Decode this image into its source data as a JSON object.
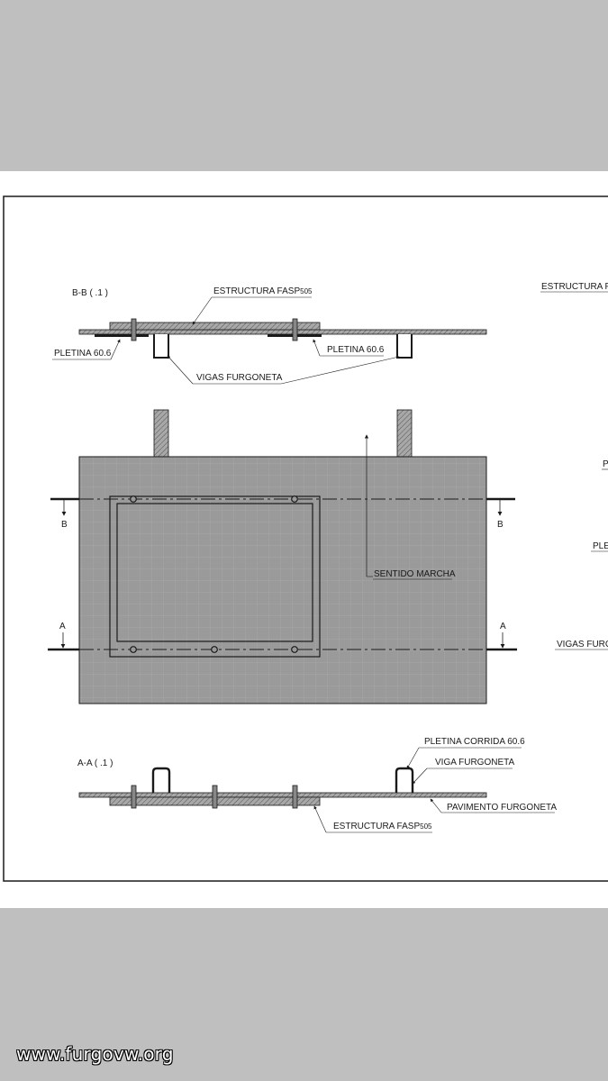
{
  "sections": {
    "bb": "B-B ( .1 )",
    "aa": "A-A ( .1 )"
  },
  "labels": {
    "estructura_top": "ESTRUCTURA FASP",
    "estructura_top_sub": "505",
    "pletina_left": "PLETINA 60.6",
    "pletina_right": "PLETINA 60.6",
    "vigas": "VIGAS FURGONETA",
    "sentido": "SENTIDO MARCHA",
    "pletina_corrida": "PLETINA CORRIDA 60.6",
    "viga": "VIGA FURGONETA",
    "pavimento": "PAVIMENTO FURGONETA",
    "estructura_bottom": "ESTRUCTURA FASP",
    "estructura_bottom_sub": "505"
  },
  "markers": {
    "b_left": "B",
    "b_right": "B",
    "a_left": "A",
    "a_right": "A"
  },
  "cut_labels": {
    "estructura": "ESTRUCTURA F",
    "p1": "P",
    "ple": "PLE",
    "vigas": "VIGAS FURG"
  },
  "watermark": "www.furgovw.org",
  "colors": {
    "background": "#bfbfbf",
    "sheet": "#ffffff",
    "plate_fill": "#9a9a9a",
    "line": "#1a1a1a"
  }
}
